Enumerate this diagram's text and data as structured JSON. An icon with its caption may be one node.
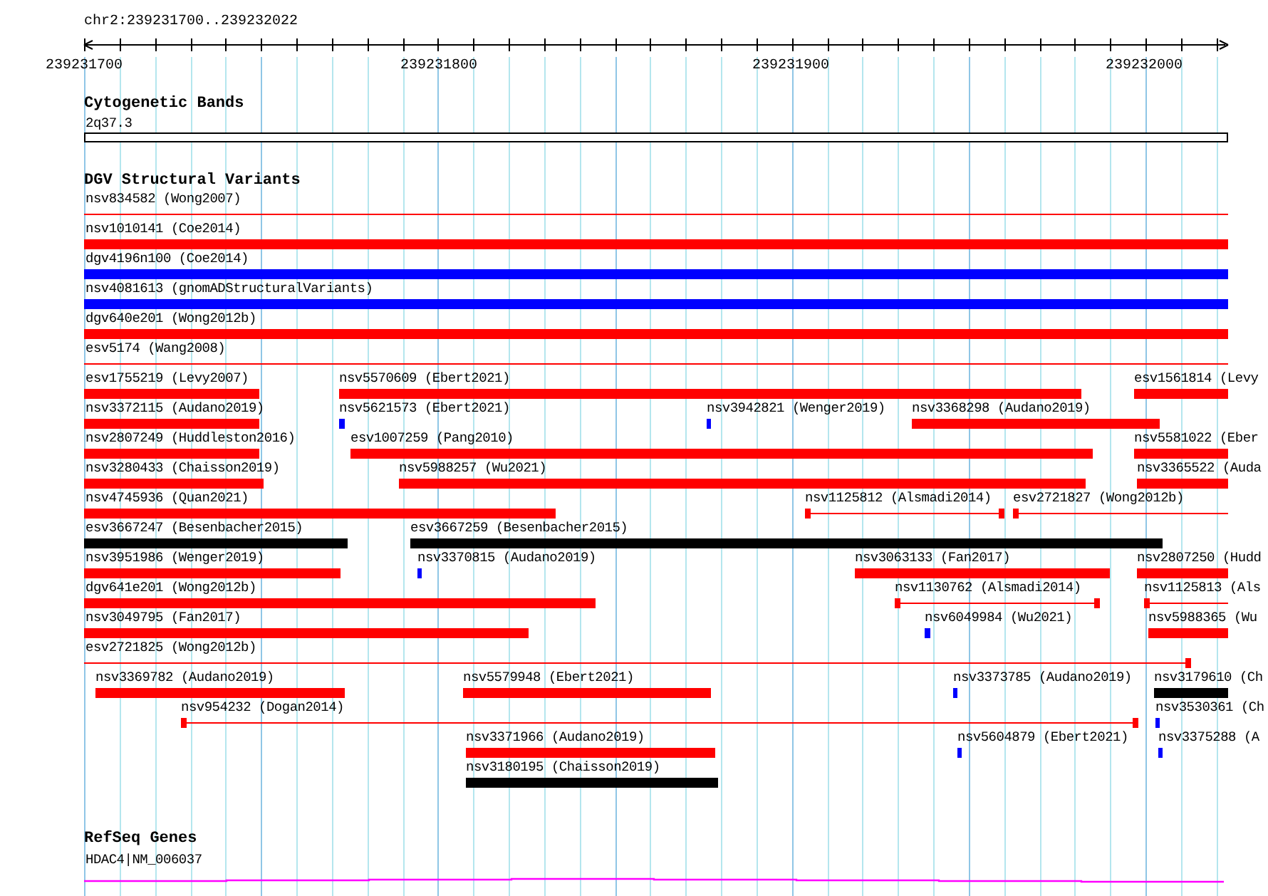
{
  "diagram": {
    "title": "chr2:239231700..239232022",
    "nodes": [
      {
        "text": [
          "2q37.3"
        ]
      },
      {
        "text": [
          "nsv834582 (Wong2007)"
        ]
      },
      {
        "text": [
          "nsv1010141 (Coe2014)"
        ]
      },
      {
        "text": [
          "dgv4196n100 (Coe2014)"
        ]
      },
      {
        "text": [
          "nsv4081613 (gnomADStructuralVariants)"
        ]
      },
      {
        "text": [
          "dgv640e201 (Wong2012b)"
        ]
      },
      {
        "text": [
          "esv5174 (Wang2008)"
        ]
      },
      {
        "text": [
          "esv1755219 (Levy2007)"
        ]
      },
      {
        "text": [
          "nsv5570609 (Ebert2021)"
        ]
      },
      {
        "text": [
          "esv1561814 (Levy"
        ]
      },
      {
        "text": [
          "nsv3372115 (Audano2019)"
        ]
      },
      {
        "text": [
          "nsv5621573 (Ebert2021)"
        ]
      },
      {
        "text": [
          "nsv3942821 (Wenger2019)"
        ]
      },
      {
        "text": [
          "nsv3368298 (Audano2019)"
        ]
      },
      {
        "text": [
          "nsv2807249 (Huddleston2016)"
        ]
      },
      {
        "text": [
          "esv1007259 (Pang2010)"
        ]
      },
      {
        "text": [
          "nsv5581022 (Eber"
        ]
      },
      {
        "text": [
          "nsv3280433 (Chaisson2019)"
        ]
      },
      {
        "text": [
          "nsv5988257 (Wu2021)"
        ]
      },
      {
        "text": [
          "nsv3365522 (Auda"
        ]
      },
      {
        "text": [
          "nsv4745936 (Quan2021)"
        ]
      },
      {
        "text": [
          "nsv1125812 (Alsmadi2014)"
        ]
      },
      {
        "text": [
          "esv2721827 (Wong2012b)"
        ]
      },
      {
        "text": [
          "esv3667247 (Besenbacher2015)"
        ]
      },
      {
        "text": [
          "esv3667259 (Besenbacher2015)"
        ]
      },
      {
        "text": [
          "nsv3951986 (Wenger2019)"
        ]
      },
      {
        "text": [
          "nsv3370815 (Audano2019)"
        ]
      },
      {
        "text": [
          "nsv3063133 (Fan2017)"
        ]
      },
      {
        "text": [
          "nsv2807250 (Hudd"
        ]
      },
      {
        "text": [
          "dgv641e201 (Wong2012b)"
        ]
      },
      {
        "text": [
          "nsv1130762 (Alsmadi2014)"
        ]
      },
      {
        "text": [
          "nsv1125813 (Als"
        ]
      },
      {
        "text": [
          "nsv3049795 (Fan2017)"
        ]
      },
      {
        "text": [
          "nsv6049984 (Wu2021)"
        ]
      },
      {
        "text": [
          "nsv5988365 (Wu"
        ]
      },
      {
        "text": [
          "esv2721825 (Wong2012b)"
        ]
      },
      {
        "text": [
          "nsv3369782 (Audano2019)"
        ]
      },
      {
        "text": [
          "nsv5579948 (Ebert2021)"
        ]
      },
      {
        "text": [
          "nsv3373785 (Audano2019)"
        ]
      },
      {
        "text": [
          "nsv3179610 (Ch"
        ]
      },
      {
        "text": [
          "nsv954232 (Dogan2014)"
        ]
      },
      {
        "text": [
          "nsv3530361 (Ch"
        ]
      },
      {
        "text": [
          "nsv3371966 (Audano2019)"
        ]
      },
      {
        "text": [
          "nsv5604879 (Ebert2021)"
        ]
      },
      {
        "text": [
          "nsv3375288 (A"
        ]
      },
      {
        "text": [
          "nsv3180195 (Chaisson2019)"
        ]
      },
      {
        "text": [
          "HDAC4|NM_006037"
        ]
      }
    ],
    "labels": [
      "239231700",
      "239231800",
      "239231900",
      "239232000",
      "Cytogenetic Bands",
      "DGV Structural Variants",
      "RefSeq Genes"
    ]
  }
}
